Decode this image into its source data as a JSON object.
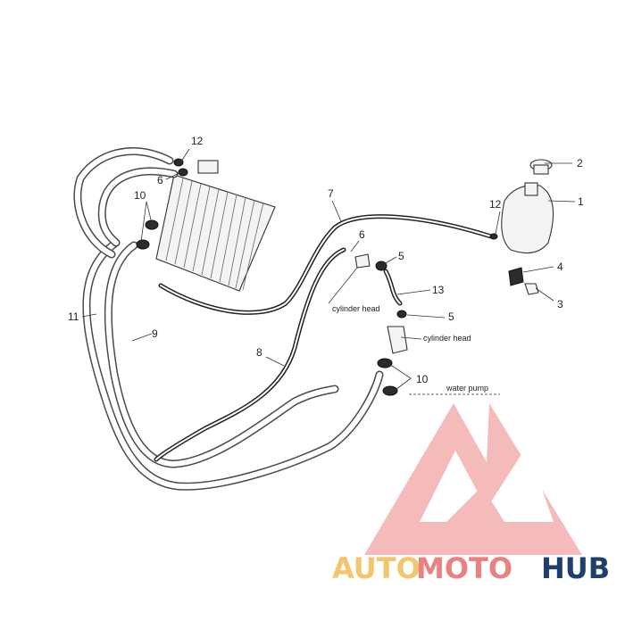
{
  "diagram": {
    "callouts": {
      "n1": "1",
      "n2": "2",
      "n3": "3",
      "n4": "4",
      "n5a": "5",
      "n5b": "5",
      "n6a": "6",
      "n6b": "6",
      "n7": "7",
      "n8": "8",
      "n9": "9",
      "n10a": "10",
      "n10b": "10",
      "n11": "11",
      "n12a": "12",
      "n12b": "12",
      "n13": "13"
    },
    "notes": {
      "cylinder_head_1": "cylinder head",
      "cylinder_head_2": "cylinder head",
      "water_pump": "water pump"
    }
  },
  "watermark": {
    "word_1": "AUTO",
    "word_2": "MOTO",
    "word_3": "HUB",
    "colors": {
      "auto": "#f2c56e",
      "moto": "#ec7f7f",
      "hub": "#1f3f6e",
      "logo": "#f2a8a8"
    }
  }
}
